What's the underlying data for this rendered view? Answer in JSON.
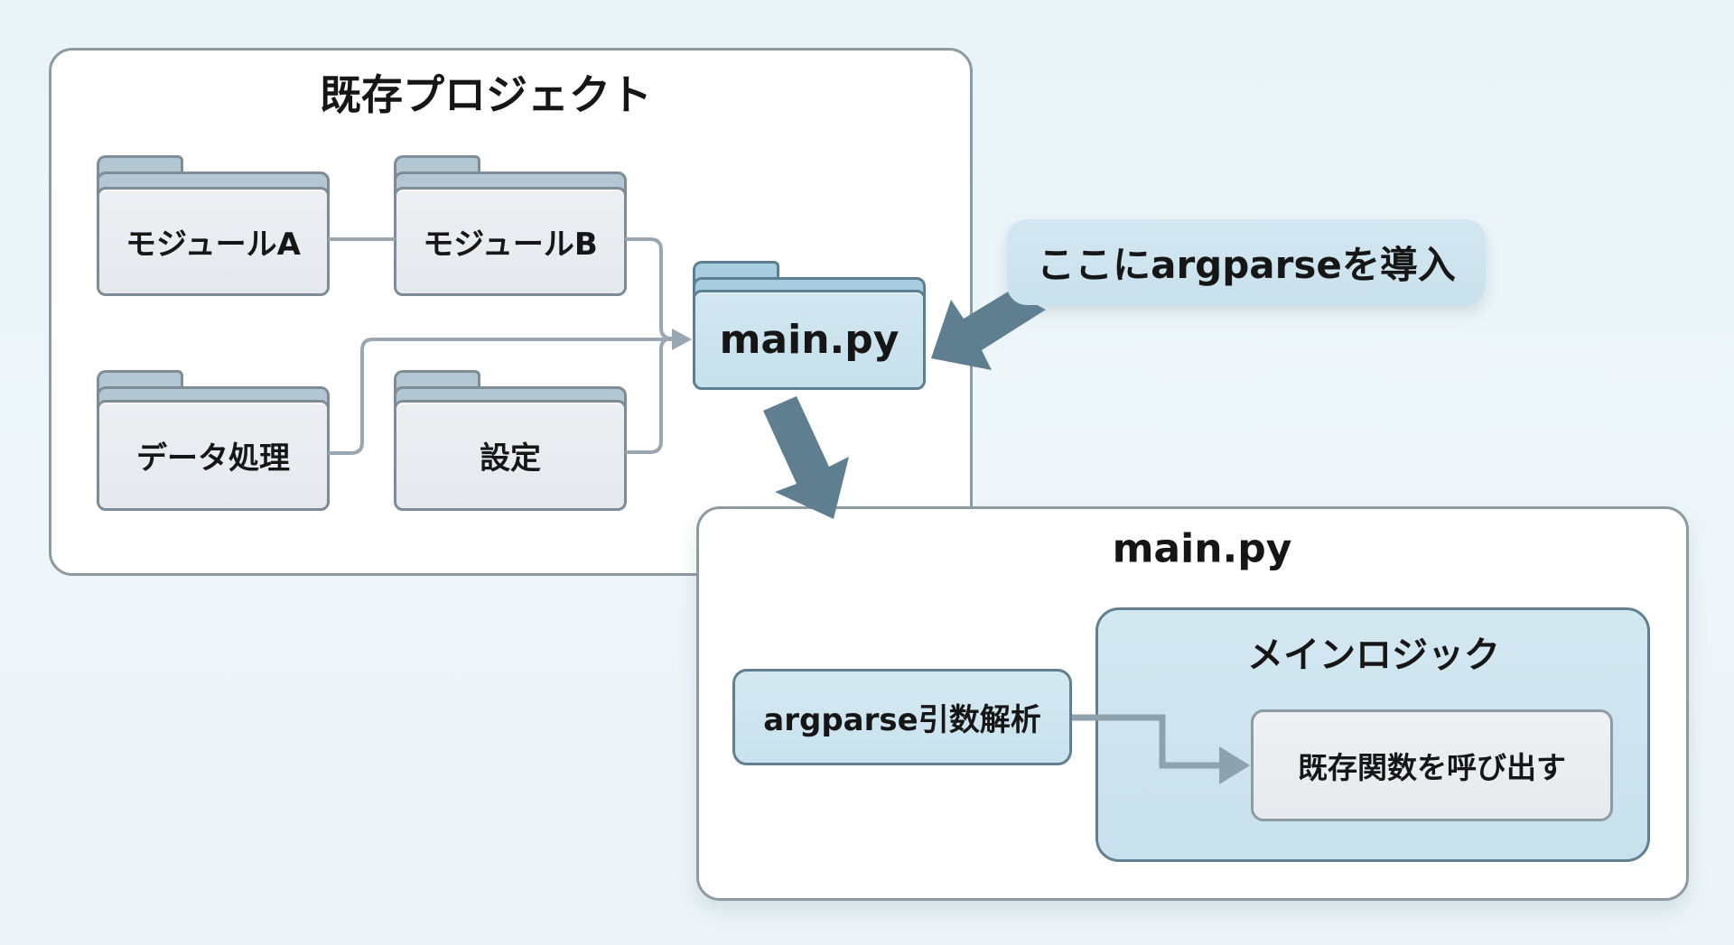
{
  "existing_project": {
    "title": "既存プロジェクト",
    "folders": [
      {
        "label": "モジュールA",
        "icon": "folder-icon"
      },
      {
        "label": "モジュールB",
        "icon": "folder-icon"
      },
      {
        "label": "データ処理",
        "icon": "folder-icon"
      },
      {
        "label": "設定",
        "icon": "folder-icon"
      }
    ],
    "entry_file": {
      "label": "main.py",
      "icon": "folder-icon"
    }
  },
  "callout": {
    "text": "ここにargparseを導入",
    "points_to": "main.py"
  },
  "main_py_detail": {
    "title": "main.py",
    "argparse_step": "argparse引数解析",
    "main_logic": {
      "title": "メインロジック",
      "call_step": "既存関数を呼び出す"
    }
  },
  "connections": [
    {
      "from": "モジュールA",
      "to": "モジュールB",
      "style": "line"
    },
    {
      "from": "モジュールB",
      "to": "main.py",
      "style": "arrow"
    },
    {
      "from": "データ処理",
      "to": "main.py",
      "style": "arrow"
    },
    {
      "from": "設定",
      "to": "main.py",
      "style": "arrow"
    },
    {
      "from": "main.py",
      "to": "main.py (detail)",
      "style": "thick-arrow"
    },
    {
      "from": "ここにargparseを導入",
      "to": "main.py",
      "style": "thick-arrow"
    },
    {
      "from": "argparse引数解析",
      "to": "既存関数を呼び出す",
      "style": "arrow"
    }
  ],
  "colors": {
    "background": "#edf5f8",
    "panel_border": "#8d9aa2",
    "folder_gray": "#e6eaee",
    "folder_tab_gray": "#b3c7d3",
    "highlight_blue": "#cbe3ee",
    "arrow_dark": "#5f7f91",
    "connector": "#9aa7b0"
  }
}
